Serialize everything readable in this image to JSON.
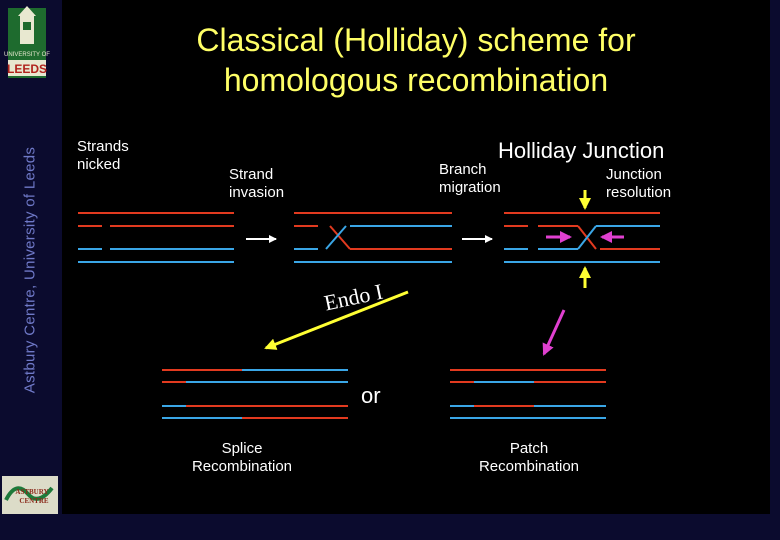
{
  "title_line1": "Classical (Holliday) scheme for",
  "title_line2": "homologous recombination",
  "vertical_label": "Astbury Centre, University of Leeds",
  "logo_top_text": "UNIVERSITY OF",
  "logo_bottom_text": "LEEDS",
  "logo2_line1": "ASTBURY",
  "logo2_line2": "CENTRE",
  "steps": {
    "nicked_line1": "Strands",
    "nicked_line2": "nicked",
    "invasion_line1": "Strand",
    "invasion_line2": "invasion",
    "migration_line1": "Branch",
    "migration_line2": "migration",
    "holliday": "Holliday Junction",
    "resolution_line1": "Junction",
    "resolution_line2": "resolution",
    "endo": "Endo I",
    "or": "or",
    "splice_line1": "Splice",
    "splice_line2": "Recombination",
    "patch_line1": "Patch",
    "patch_line2": "Recombination"
  },
  "colors": {
    "background": "#000000",
    "frame": "#0b0b2e",
    "title": "#ffff66",
    "red_strand": "#e23a1f",
    "blue_strand": "#3aa6e6",
    "white_arrow": "#ffffff",
    "yellow_arrow": "#ffff33",
    "magenta_arrow": "#e040d0"
  }
}
